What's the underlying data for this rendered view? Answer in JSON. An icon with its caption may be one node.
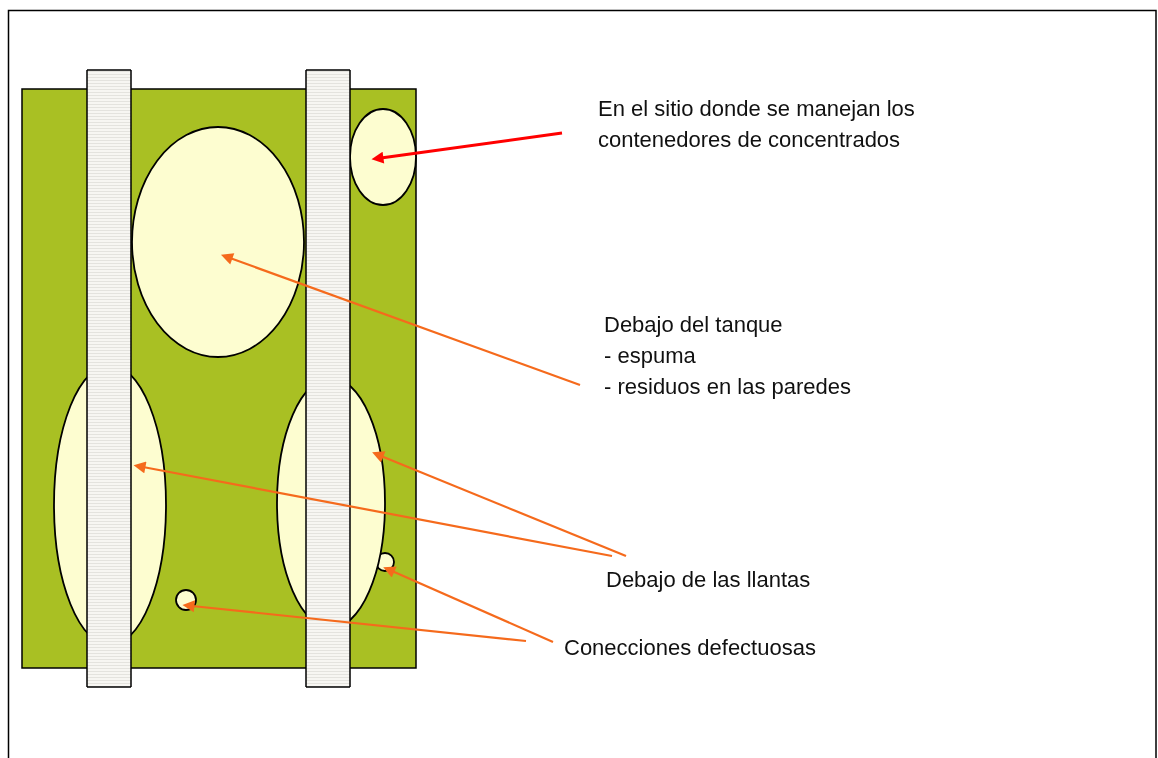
{
  "diagram": {
    "nodes": [
      {
        "text": [
          "En el sitio donde se manejan  los contenedores de concentrados"
        ]
      },
      {
        "text": [],
        "shape": "circle"
      },
      {
        "text": [
          "Debajo del tanque",
          "- espuma",
          "- residuos en las paredes"
        ]
      },
      {
        "text": [],
        "shape": "circle"
      },
      {
        "text": [
          "Debajo de las llantas"
        ]
      },
      {
        "text": [],
        "shape": "circle"
      },
      {
        "text": [],
        "shape": "circle"
      },
      {
        "text": [
          "Conecciones defectuosas"
        ]
      },
      {
        "text": [],
        "shape": "circle"
      },
      {
        "text": [],
        "shape": "circle"
      }
    ],
    "edges": [
      {
        "from": 0,
        "to": 1,
        "arrow": "to",
        "color": "#ff0000"
      },
      {
        "from": 2,
        "to": 3,
        "arrow": "to"
      },
      {
        "from": 4,
        "to": 5,
        "arrow": "to"
      },
      {
        "from": 4,
        "to": 6,
        "arrow": "to"
      },
      {
        "from": 7,
        "to": 8,
        "arrow": "to"
      },
      {
        "from": 7,
        "to": 9,
        "arrow": "to"
      }
    ]
  }
}
